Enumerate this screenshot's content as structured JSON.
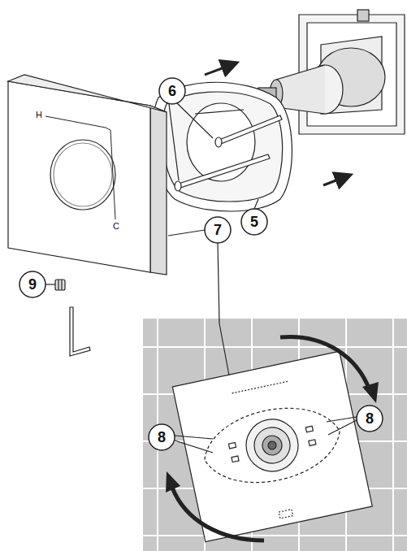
{
  "diagram": {
    "labels": [
      "6",
      "5",
      "7",
      "9",
      "8",
      "8",
      "H",
      "C"
    ]
  }
}
